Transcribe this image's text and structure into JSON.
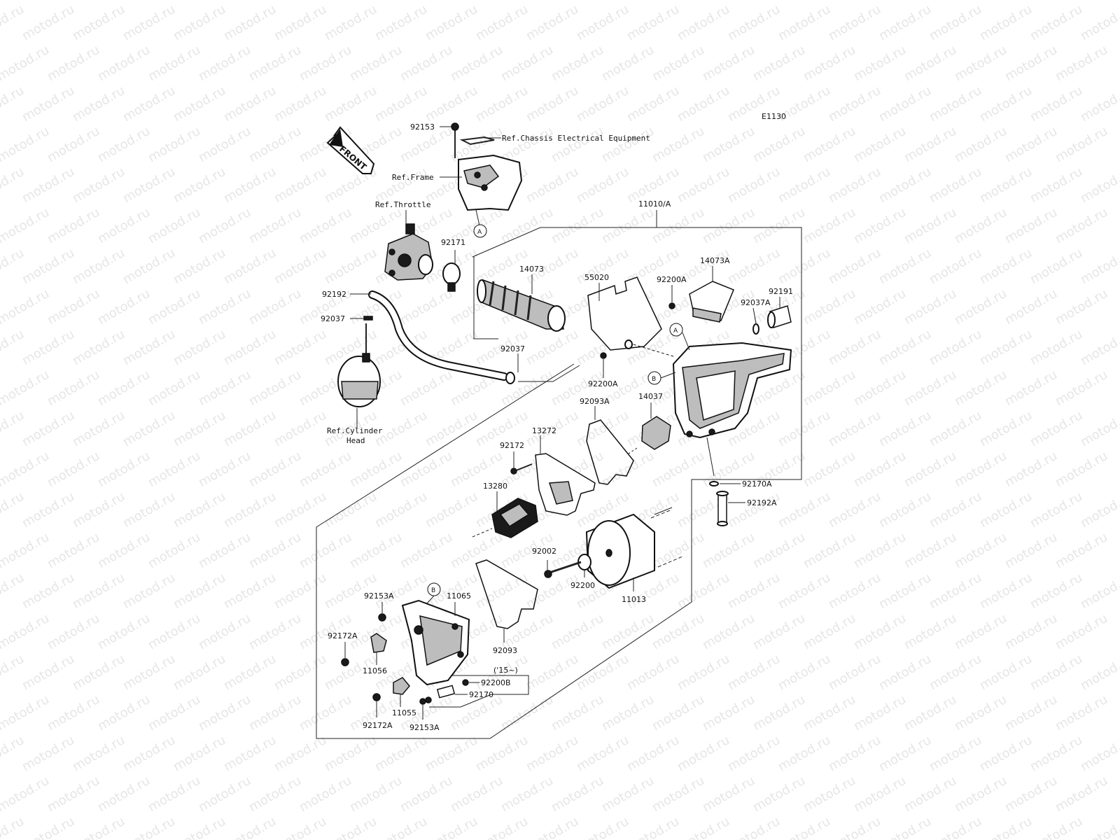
{
  "watermark": "motod.ru",
  "diagram_code": "E1130",
  "front_label": "FRONT",
  "refs": {
    "chassis": "Ref.Chassis Electrical Equipment",
    "frame": "Ref.Frame",
    "throttle": "Ref.Throttle",
    "cylinder_line1": "Ref.Cylinder",
    "cylinder_line2": "Head"
  },
  "markers": {
    "a": "A",
    "b": "B"
  },
  "year_note": "('15~)",
  "parts": {
    "p92153": "92153",
    "p11010A": "11010/A",
    "p92171": "92171",
    "p14073": "14073",
    "p55020": "55020",
    "p92200A_top": "92200A",
    "p14073A": "14073A",
    "p92191": "92191",
    "p92037A": "92037A",
    "p92192": "92192",
    "p92037_left": "92037",
    "p92037_mid": "92037",
    "p92200A_mid": "92200A",
    "p14037": "14037",
    "p92093A": "92093A",
    "p13272": "13272",
    "p92172": "92172",
    "p13280": "13280",
    "p92170A": "92170A",
    "p92192A": "92192A",
    "p92002": "92002",
    "p92200": "92200",
    "p11013": "11013",
    "p92153A_top": "92153A",
    "p11065": "11065",
    "p92172A_left": "92172A",
    "p11056": "11056",
    "p92093": "92093",
    "p92200B": "92200B",
    "p92170": "92170",
    "p11055": "11055",
    "p92172A_bottom": "92172A",
    "p92153A_bottom": "92153A"
  }
}
